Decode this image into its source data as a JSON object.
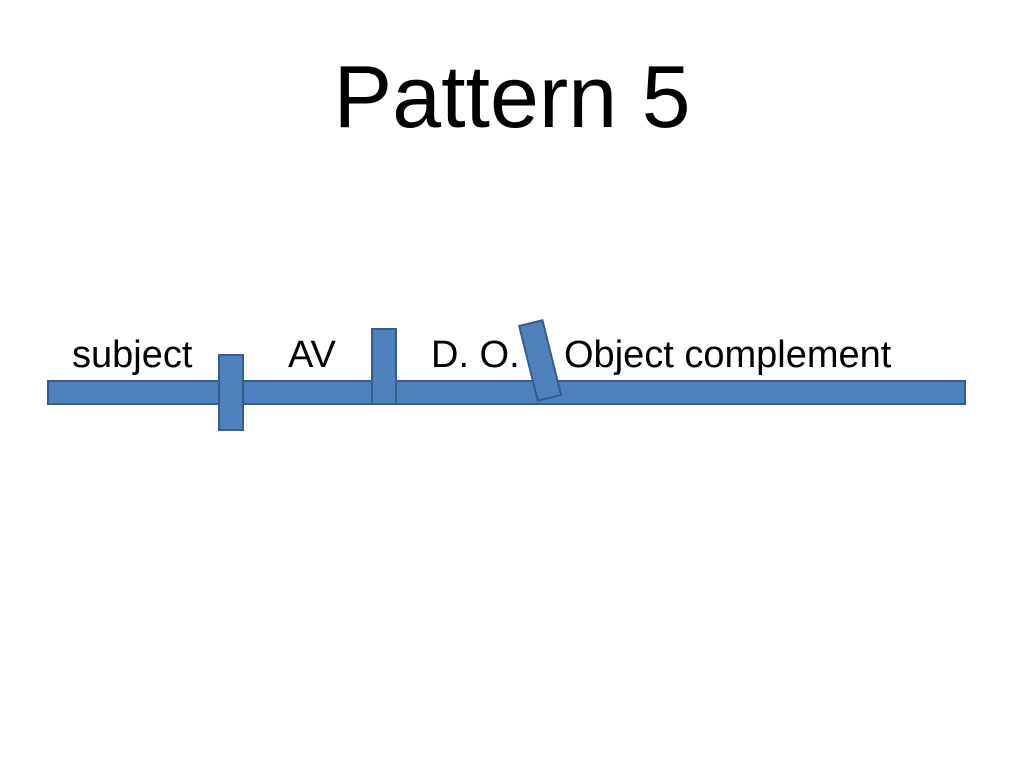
{
  "slide": {
    "title": "Pattern 5"
  },
  "diagram": {
    "labels": {
      "subject": "subject",
      "verb": "AV",
      "direct_object": "D. O.",
      "object_complement": "Object complement"
    },
    "colors": {
      "fill": "#4f81bd",
      "stroke": "#385d8a"
    }
  }
}
